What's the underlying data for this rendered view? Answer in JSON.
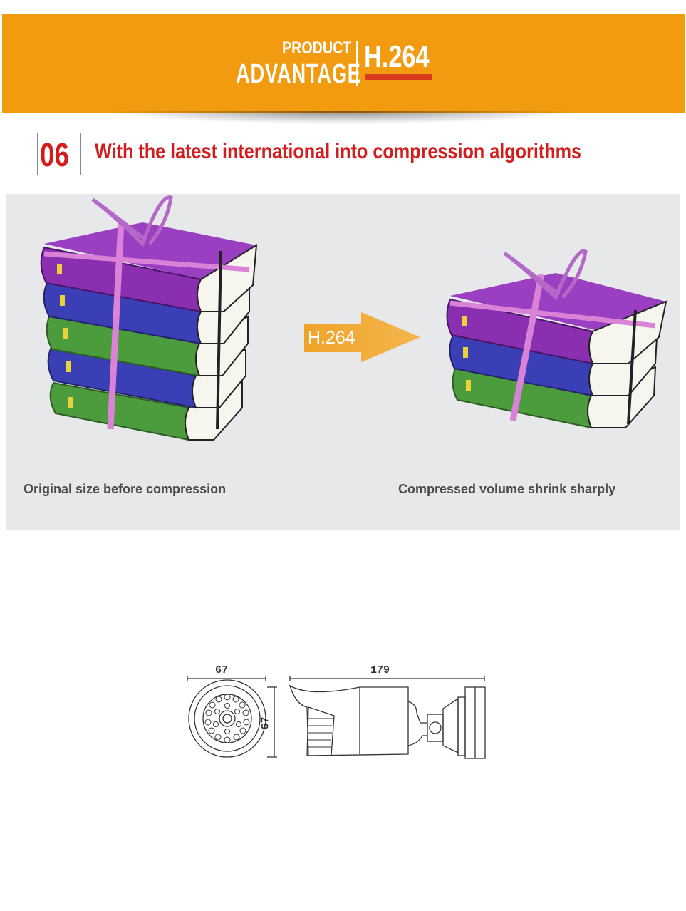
{
  "banner": {
    "line1": "PRODUCT",
    "line2": "ADVANTAGE",
    "codec": "H.264",
    "background_color": "#f29a10",
    "accent_color": "#d83a1e"
  },
  "section": {
    "number": "06",
    "headline": "With the latest international into compression algorithms",
    "color": "#d41c1c"
  },
  "illustration": {
    "arrow_label": "H.264",
    "left_caption": "Original size before compression",
    "right_caption": "Compressed volume shrink sharply",
    "left_icon": "book-stack-icon",
    "right_icon": "compressed-book-stack-icon"
  },
  "dimensions": {
    "front_width": "67",
    "front_height": "67",
    "side_length": "179"
  }
}
